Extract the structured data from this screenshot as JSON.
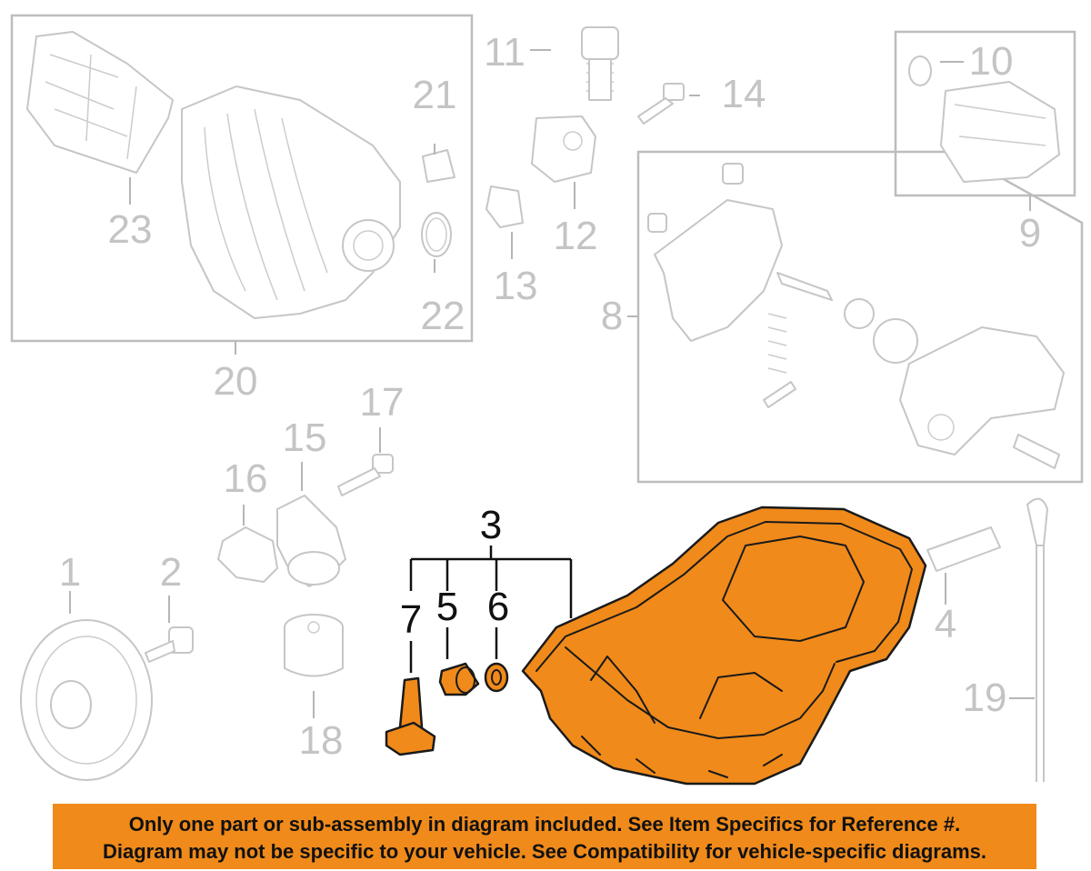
{
  "callouts": {
    "c1": "1",
    "c2": "2",
    "c3": "3",
    "c4": "4",
    "c5": "5",
    "c6": "6",
    "c7": "7",
    "c8": "8",
    "c9": "9",
    "c10": "10",
    "c11": "11",
    "c12": "12",
    "c13": "13",
    "c14": "14",
    "c15": "15",
    "c16": "16",
    "c17": "17",
    "c18": "18",
    "c19": "19",
    "c20": "20",
    "c21": "21",
    "c22": "22",
    "c23": "23"
  },
  "highlighted_parts": [
    "3",
    "5",
    "6",
    "7"
  ],
  "colors": {
    "highlight": "#f08a1a",
    "ghost_line": "#c6c6c6",
    "callout_inactive": "#c4c4c4",
    "callout_active": "#111111",
    "notice_bg": "#f08a1a"
  },
  "notice": {
    "line1": "Only one part or sub-assembly in diagram included. See Item Specifics for Reference #.",
    "line2": "Diagram may not be specific to your vehicle. See Compatibility for vehicle-specific diagrams."
  }
}
